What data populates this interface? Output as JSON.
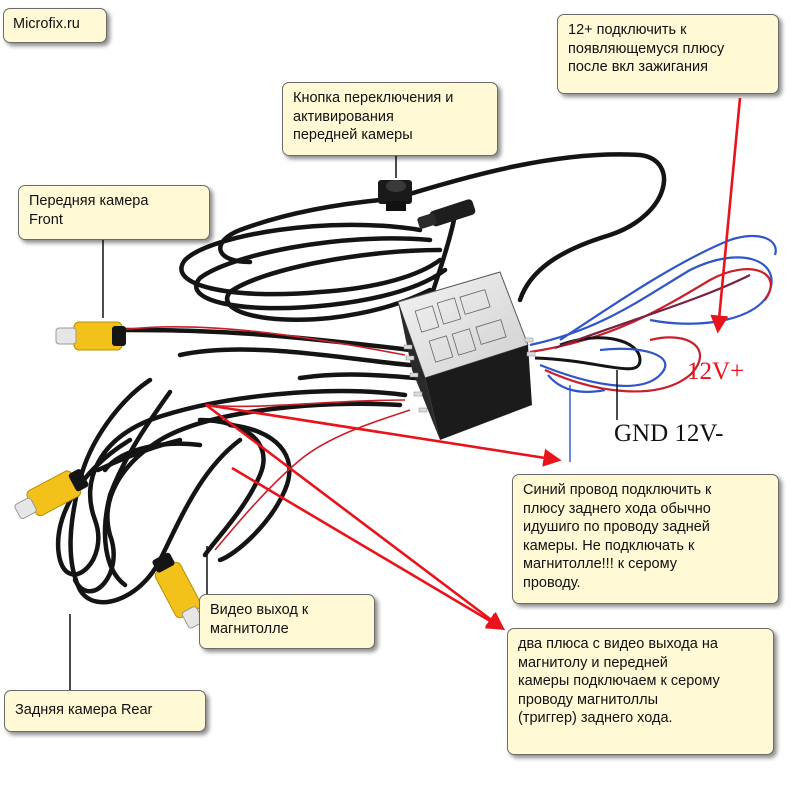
{
  "site_label": "Microfix.ru",
  "callouts": {
    "ignition_plus": "12+ подключить к\nпоявляющемуся плюсу\nпосле вкл зажигания",
    "switch_button": "Кнопка переключения и\nактивирования\nпередней камеры",
    "front_camera": "Передняя камера\nFront",
    "blue_wire": "Синий провод подключить к\nплюсу заднего хода обычно\nидушиго по проводу задней\nкамеры. Не подключать к\nмагнитолле!!! к серому\nпроводу.",
    "video_out": "Видео выход к\nмагнитолле",
    "two_pluses": "два плюса с видео выхода на\nмагнитолу и передней\nкамеры подключаем к серому\nпроводу магнитоллы\n(триггер) заднего хода.",
    "rear_camera": "Задняя камера Rear"
  },
  "labels": {
    "power_plus": "12V+",
    "power_gnd": "GND 12V-"
  },
  "colors": {
    "callout_fill": "#fff9d6",
    "arrow_red": "#e8141c",
    "cable_black": "#141414",
    "rca_yellow": "#f2c21a",
    "wire_blue": "#2f55c8",
    "wire_red": "#c8202a"
  }
}
